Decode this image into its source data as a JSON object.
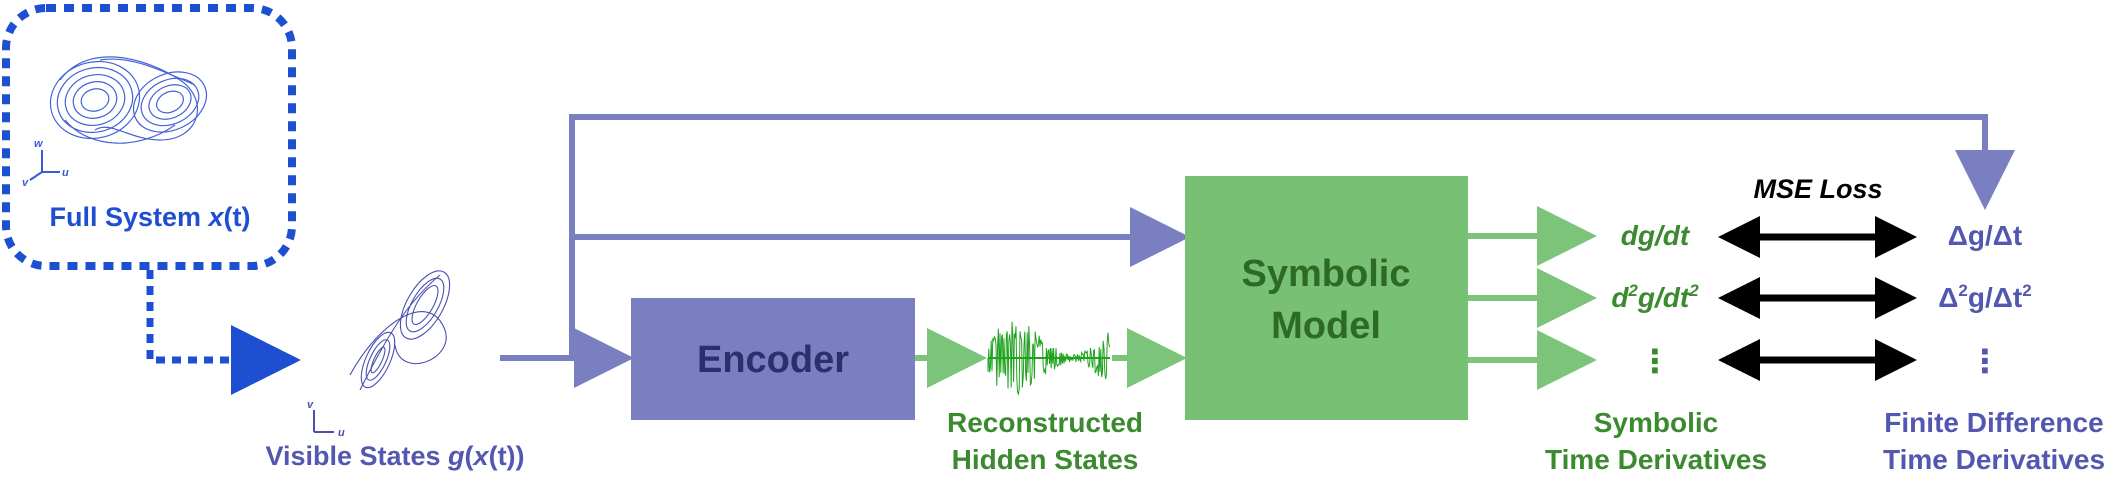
{
  "colors": {
    "blue_dotted": "#1f4fd1",
    "purple": "#7a7fc1",
    "purple_text": "#5257b0",
    "green_box": "#77c074",
    "green_arrow": "#7cc47a",
    "green_text": "#3b8a2f",
    "green_dark_text": "#2c6a26",
    "encoder_text": "#2b2f6b",
    "signal": "#1fa31f",
    "black": "#000000"
  },
  "full_system": {
    "label_prefix": "Full System ",
    "label_var": "x",
    "label_arg": "(t)",
    "axis_w": "w",
    "axis_u": "u",
    "axis_v": "v"
  },
  "visible_states": {
    "label_prefix": "Visible States ",
    "label_g": "g",
    "label_open": "(",
    "label_x": "x",
    "label_arg": "(t))",
    "axis_v": "v",
    "axis_u": "u"
  },
  "encoder": {
    "label": "Encoder"
  },
  "reconstructed": {
    "line1": "Reconstructed",
    "line2": "Hidden States"
  },
  "symbolic_model": {
    "line1": "Symbolic",
    "line2": "Model"
  },
  "symbolic_derivs": {
    "d1": "dg/dt",
    "d2_a": "d",
    "d2_sup1": "2",
    "d2_b": "g/dt",
    "d2_sup2": "2",
    "dots": "⋮",
    "caption1": "Symbolic",
    "caption2": "Time Derivatives"
  },
  "loss": {
    "label": "MSE Loss"
  },
  "finite_derivs": {
    "d1": "Δg/Δt",
    "d2_a": "Δ",
    "d2_sup1": "2",
    "d2_b": "g/Δt",
    "d2_sup2": "2",
    "dots": "⋮",
    "caption1": "Finite Difference",
    "caption2": "Time Derivatives"
  }
}
